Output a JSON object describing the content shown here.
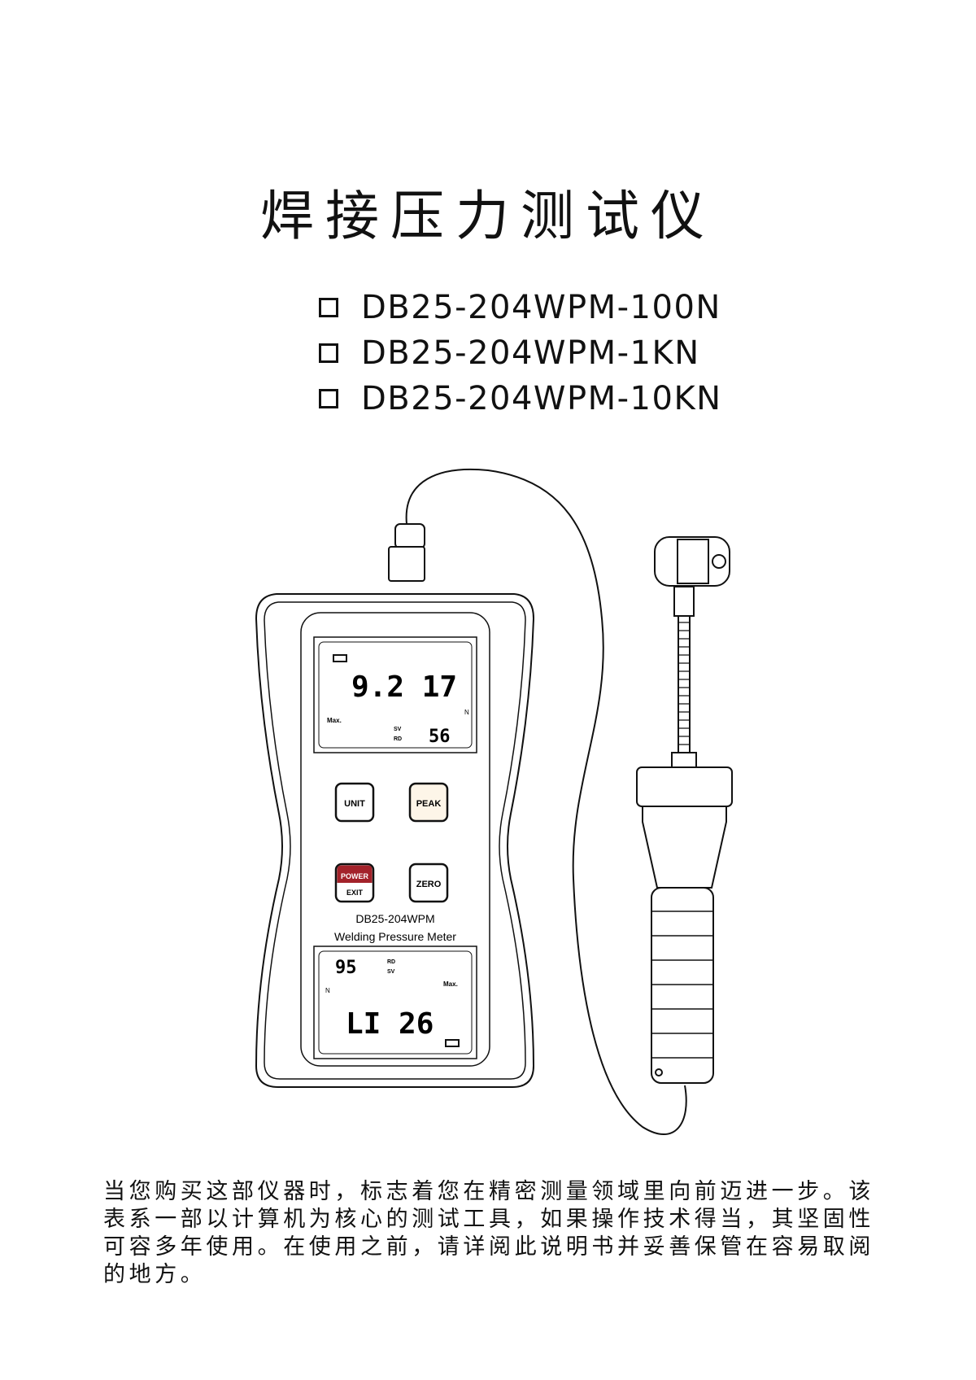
{
  "title": "焊接压力测试仪",
  "models": [
    "DB25-204WPM-100N",
    "DB25-204WPM-1KN",
    "DB25-204WPM-10KN"
  ],
  "device": {
    "top_display": {
      "main": "9.2 17",
      "unit": "N",
      "max": "Max.",
      "sv": "SV",
      "rd": "RD",
      "sub": "56"
    },
    "buttons": {
      "unit": "UNIT",
      "peak": "PEAK",
      "power": "POWER",
      "exit": "EXIT",
      "zero": "ZERO"
    },
    "model_label": "DB25-204WPM",
    "name_label": "Welding Pressure Meter",
    "bottom_display": {
      "main": "LI 26",
      "sub": "95",
      "max": "Max.",
      "sv": "SV",
      "rd": "RD",
      "unit": "N"
    },
    "colors": {
      "power_red": "#a3222a"
    }
  },
  "paragraph": [
    "当您购买这部仪器时，标志着您在精密测量领域里向前迈进一步。该",
    "表系一部以计算机为核心的测试工具，如果操作技术得当，其坚固性",
    "可容多年使用。在使用之前，请详阅此说明书并妥善保管在容易取阅",
    "的地方。"
  ]
}
